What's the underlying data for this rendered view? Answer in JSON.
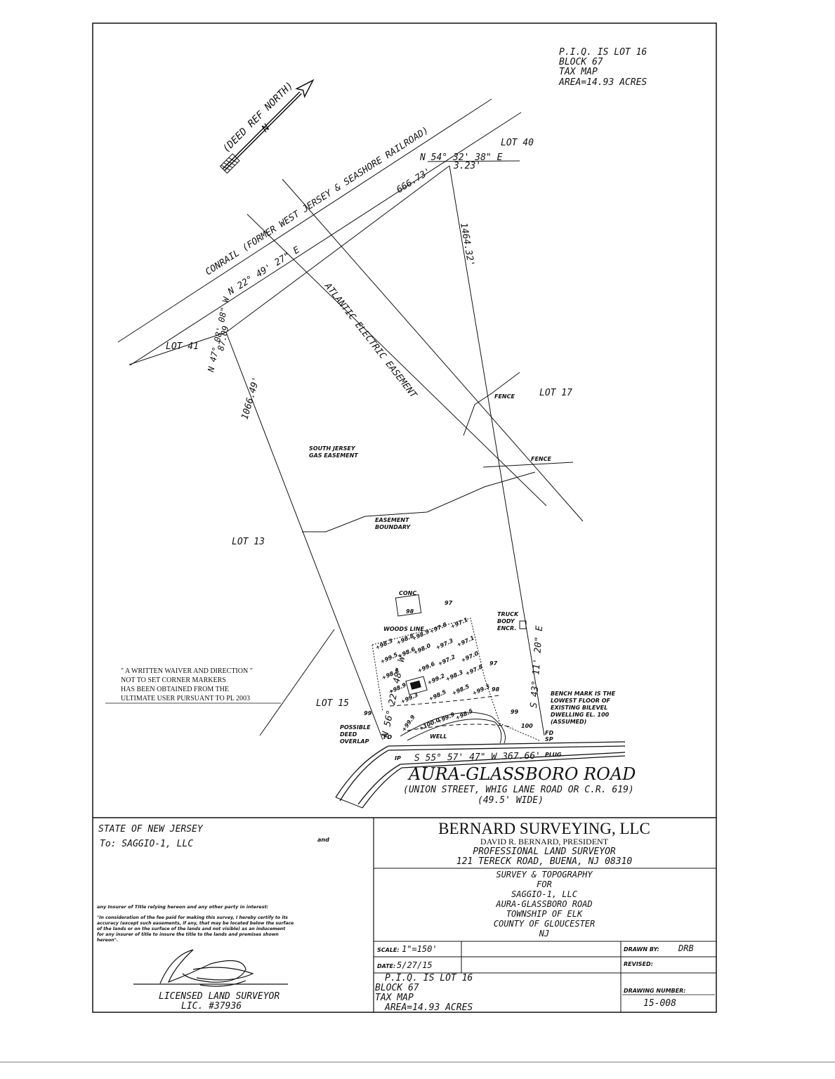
{
  "piq_top": [
    "P.I.Q. IS LOT 16",
    "BLOCK 67",
    "TAX MAP",
    "AREA=14.93 ACRES"
  ],
  "north_arrow": {
    "label": "(DEED REF NORTH)",
    "letter": "N"
  },
  "railroad_label": "CONRAIL (FORMER WEST JERSEY & SEASHORE RAILROAD)",
  "bearings": {
    "north_line": "N 22° 49' 27\" E",
    "north_line_dist": "666.73'",
    "ne_bearing": "N 54° 32' 38\" E",
    "ne_dist": "3.23'",
    "east_dist": "1464.32'",
    "west_short": "N 47° 08' 08\" W",
    "west_short_dist": "87.09",
    "west_long_dist": "1066.49'",
    "west_long": "N 56° 22' 48\" W",
    "east_long": "S 43° 11' 20\" E",
    "road_line": "S 55° 57' 47\" W  367.66'"
  },
  "lots": {
    "lot40": "LOT 40",
    "lot41": "LOT 41",
    "lot17": "LOT 17",
    "lot13": "LOT 13",
    "lot15": "LOT 15"
  },
  "easements": {
    "atlantic": "ATLANTIC ELECTRIC EASEMENT",
    "gas": [
      "SOUTH JERSEY",
      "GAS EASEMENT"
    ],
    "boundary": [
      "EASEMENT",
      "BOUNDARY"
    ]
  },
  "features": {
    "fence1": "FENCE",
    "fence2": "FENCE",
    "conc": "CONC",
    "conc_num": "98",
    "woods_line": "WOODS LINE",
    "truck": [
      "TRUCK",
      "BODY",
      "ENCR."
    ],
    "well": "WELL",
    "possible_overlap": [
      "POSSIBLE",
      "DEED",
      "OVERLAP"
    ],
    "fd_sp": [
      "FD",
      "SP"
    ],
    "plug": "PLUG",
    "fd_left": "FD",
    "ip": "IP",
    "contour_100": "100",
    "contour_99": "99",
    "contour_99b": "99",
    "contour_97": "97",
    "contour_97b": "97",
    "contour_98": "98"
  },
  "spot_elevations": [
    "+98.3",
    "+98.8",
    "+98.9",
    "+97.8",
    "+97.1",
    "+99.5",
    "+98.6",
    "+98.0",
    "+97.3",
    "+97.1",
    "+98.8",
    "+99.6",
    "+97.2",
    "+97.0",
    "+98.9",
    "+99.2",
    "+98.3",
    "+97.8",
    "+99.3",
    "+98.5",
    "+98.5",
    "+99.9",
    "+100.0",
    "+99.9",
    "+98.5",
    "+99.3"
  ],
  "benchmark": [
    "BENCH MARK IS THE",
    "LOWEST FLOOR OF",
    "EXISTING BILEVEL",
    "DWELLING EL. 100",
    "(ASSUMED)"
  ],
  "waiver": [
    "\" A WRITTEN WAIVER AND DIRECTION \"",
    "NOT TO SET CORNER MARKERS",
    "HAS BEEN OBTAINED FROM THE",
    "ULTIMATE USER PURSUANT TO PL 2003"
  ],
  "road": {
    "name": "AURA-GLASSBORO ROAD",
    "aka": "(UNION STREET, WHIG LANE ROAD OR C.R. 619)",
    "width": "(49.5' WIDE)"
  },
  "title_block": {
    "state": "STATE OF NEW JERSEY",
    "to": "To: SAGGIO-1, LLC",
    "and": "and",
    "insurer": "any Insurer of Title relying hereon and any other party in interest:",
    "cert": [
      "\"In consideration of the fee paid for making this survey, I hereby certify to its",
      "accuracy (except such easements, if any, that may be located below the surface",
      "of the lands or on the surface of the lands and not visible) as an inducement",
      "for any insurer of title to insure the title to the lands and premises shown",
      "hereon\"."
    ],
    "surveyor_title": "LICENSED LAND SURVEYOR",
    "license": "LIC. #37936",
    "company": "BERNARD SURVEYING, LLC",
    "president": "DAVID R. BERNARD, PRESIDENT",
    "profession": "PROFESSIONAL LAND SURVEYOR",
    "address": "121 TERECK ROAD, BUENA, NJ 08310",
    "project": [
      "SURVEY & TOPOGRAPHY",
      "FOR",
      "SAGGIO-1, LLC",
      "AURA-GLASSBORO ROAD",
      "TOWNSHIP OF ELK",
      "COUNTY OF GLOUCESTER",
      "NJ"
    ],
    "scale_label": "SCALE:",
    "scale_value": "1\"=150'",
    "date_label": "DATE:",
    "date_value": "5/27/15",
    "drawn_label": "DRAWN BY:",
    "drawn_value": "DRB",
    "revised_label": "REVISED:",
    "piq": [
      "P.I.Q. IS LOT 16",
      "BLOCK 67",
      "TAX MAP",
      "AREA=14.93 ACRES"
    ],
    "drawing_label": "DRAWING NUMBER:",
    "drawing_value": "15-008"
  }
}
